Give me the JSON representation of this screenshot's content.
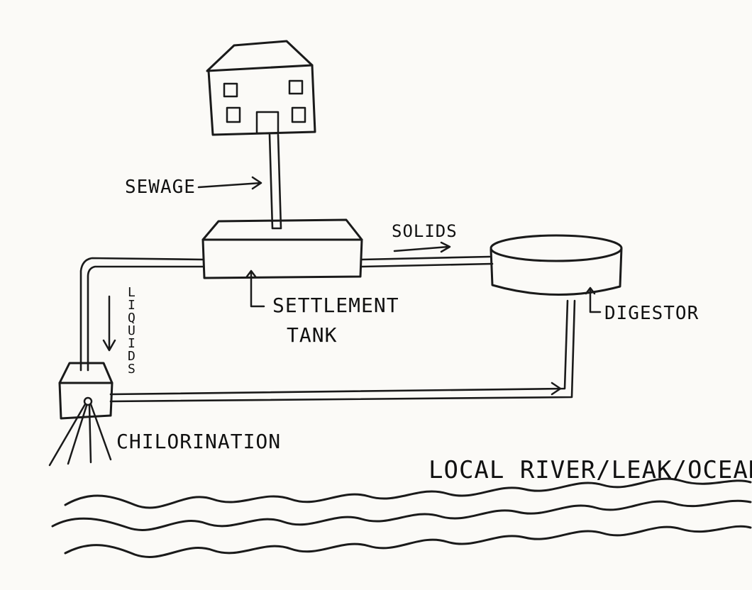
{
  "labels": {
    "sewage": "SEWAGE",
    "solids": "SOLIDS",
    "liquids": "LIQUIDS",
    "settlement_tank_line1": "SETTLEMENT",
    "settlement_tank_line2": "TANK",
    "digestor": "DIGESTOR",
    "chlorination": "CHILORINATION",
    "water_body": "LOCAL RIVER/LEAK/OCEAN"
  },
  "colors": {
    "ink": "#1a1a1a",
    "paper": "#fbfaf7"
  }
}
